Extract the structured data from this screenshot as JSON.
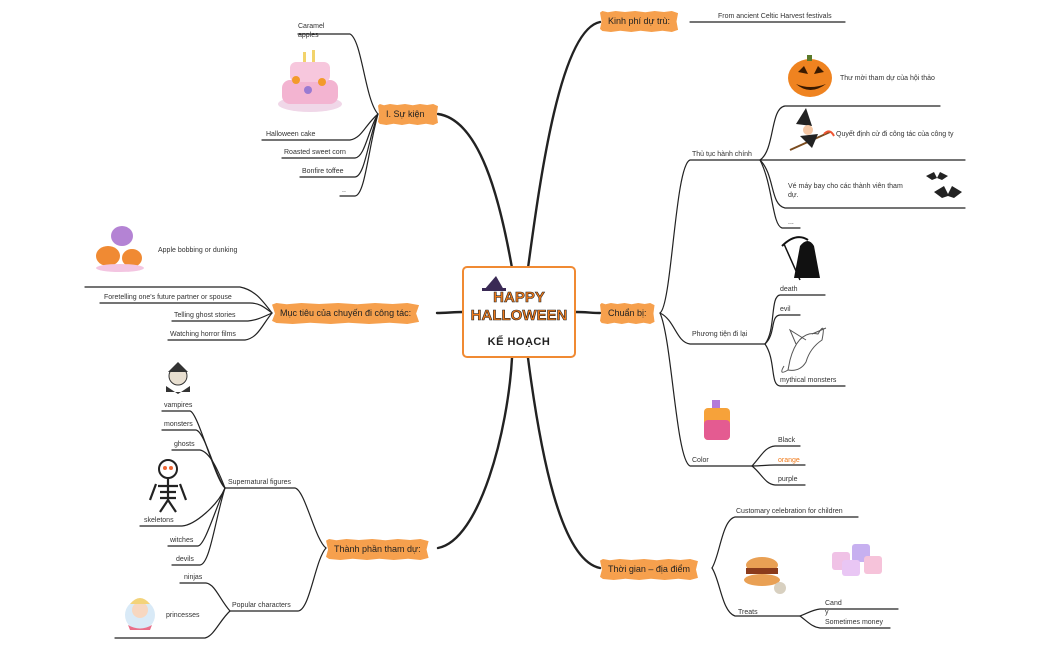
{
  "center": {
    "logo": "HAPPY HALLOWEEN",
    "title": "KẾ HOẠCH"
  },
  "topics": {
    "su_kien": "I. Sự kiện",
    "muc_tieu": "Mục tiêu của chuyến đi công tác:",
    "thanh_phan": "Thành phần tham dự:",
    "kinh_phi": "Kinh phí dự trù:",
    "chuan_bi": "Chuẩn bị:",
    "thoi_gian": "Thời gian – địa điểm"
  },
  "su_kien_items": [
    "Caramel apples",
    "Halloween cake",
    "Roasted sweet corn",
    "Bonfire toffee",
    ".."
  ],
  "muc_tieu_items": [
    "Apple bobbing or dunking",
    "Foretelling one's future partner or spouse",
    "Telling ghost stories",
    "Watching horror films"
  ],
  "thanh_phan": {
    "supernatural": "Supernatural figures",
    "supernatural_items": [
      "vampires",
      "monsters",
      "ghosts",
      "skeletons",
      "witches",
      "devils"
    ],
    "popular": "Popular characters",
    "popular_items": [
      "ninjas",
      "princesses"
    ]
  },
  "kinh_phi_items": [
    "From ancient Celtic Harvest festivals"
  ],
  "chuan_bi": {
    "thu_tuc": "Thủ tục hành chính",
    "thu_tuc_items": [
      "Thư mời tham dự của hội thảo",
      "Quyết định cử đi công tác của công ty",
      "Vé máy bay cho các thành viên tham dự.",
      "..."
    ],
    "phuong_tien": "Phương tiện đi lại",
    "phuong_tien_items": [
      "death",
      "evil",
      "mythical monsters"
    ],
    "color": "Color",
    "color_items": [
      "Black",
      "orange",
      "purple"
    ]
  },
  "thoi_gian": {
    "items": [
      "Customary celebration for children"
    ],
    "treats": "Treats",
    "treats_items": [
      "Cand y",
      "Sometimes money"
    ]
  },
  "colors": {
    "accent": "#f6a04d",
    "branch": "#222222",
    "orange_text": "#f07a1a"
  }
}
